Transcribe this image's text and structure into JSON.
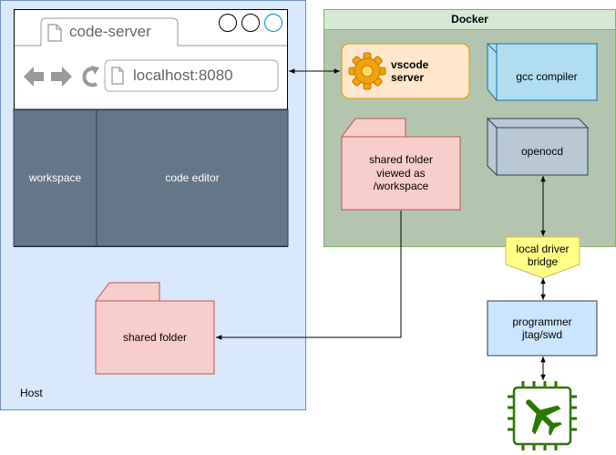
{
  "host": {
    "label": "Host"
  },
  "browser": {
    "tab_label": "code-server",
    "url": "localhost:8080",
    "panes": {
      "left": "workspace",
      "right": "code editor"
    }
  },
  "docker": {
    "title": "Docker",
    "vscode_server": "vscode\nserver",
    "gcc": "gcc compiler",
    "openocd": "openocd",
    "shared_folder": "shared folder\nviewed as\n/workspace"
  },
  "bridge": "local driver\nbridge",
  "host_shared_folder": "shared folder",
  "programmer": "programmer\njtag/swd",
  "chip_icon": "microcontroller-icon",
  "colors": {
    "host_fill": "#dae8fc",
    "host_stroke": "#6c8ebf",
    "docker_fill": "#b3c5ae",
    "docker_header": "#d5e8d4",
    "docker_stroke": "#82b366",
    "pane_fill": "#647687",
    "pane_stroke": "#314354",
    "orange_fill": "#ffe6cc",
    "orange_stroke": "#d79b00",
    "cyan_fill": "#b1ddf0",
    "cyan_stroke": "#10739e",
    "gray_fill": "#bac8d3",
    "gray_stroke": "#23445d",
    "pink_fill": "#f8cecc",
    "pink_stroke": "#b85450",
    "yellow_fill": "#ffff88",
    "yellow_stroke": "#d6b656",
    "green_icon": "#2d7600"
  }
}
